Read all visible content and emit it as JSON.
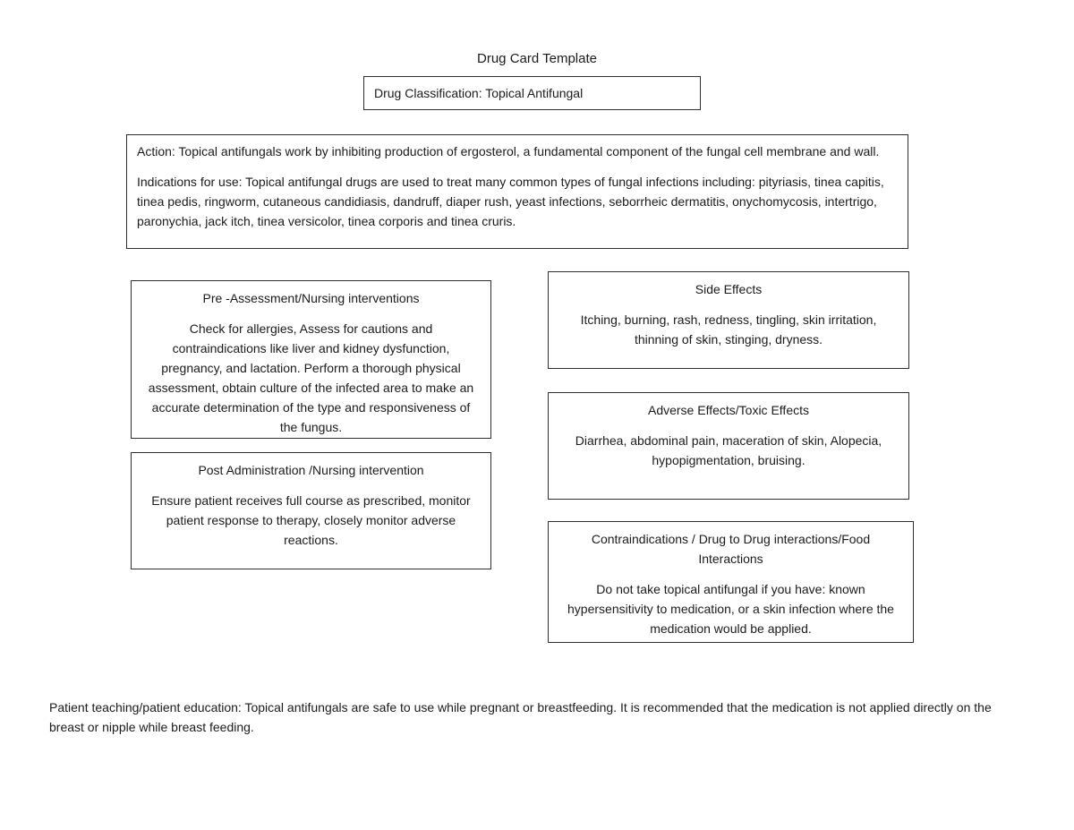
{
  "page": {
    "title": "Drug Card Template"
  },
  "classification": {
    "text": "Drug Classification: Topical Antifungal"
  },
  "action_box": {
    "paragraphs": [
      "Action: Topical antifungals work by inhibiting production of ergosterol, a fundamental component of the fungal cell membrane and wall.",
      "Indications for use: Topical antifungal drugs are used to treat many common types of fungal infections including: pityriasis, tinea capitis, tinea pedis, ringworm, cutaneous candidiasis, dandruff, diaper rush, yeast infections, seborrheic dermatitis, onychomycosis, intertrigo, paronychia, jack itch, tinea versicolor, tinea corporis and tinea cruris."
    ]
  },
  "left_column": [
    {
      "heading": "Pre -Assessment/Nursing interventions",
      "body": "Check for allergies, Assess for cautions and contraindications like liver and kidney dysfunction, pregnancy, and lactation. Perform a thorough physical assessment, obtain culture of the infected area to make an accurate determination of the type and responsiveness of the fungus."
    },
    {
      "heading": "Post Administration /Nursing intervention",
      "body": "Ensure patient receives full course as prescribed, monitor patient response to therapy, closely monitor adverse reactions."
    }
  ],
  "right_column": [
    {
      "heading": "Side Effects",
      "body": "Itching, burning, rash, redness, tingling, skin irritation, thinning of skin, stinging, dryness."
    },
    {
      "heading": "Adverse Effects/Toxic Effects",
      "body": "Diarrhea, abdominal pain, maceration of skin, Alopecia, hypopigmentation, bruising."
    },
    {
      "heading": "Contraindications / Drug to Drug interactions/Food Interactions",
      "body": "Do not take topical antifungal if you have: known hypersensitivity to medication, or a skin infection where the medication would be applied."
    }
  ],
  "footer": {
    "text": "Patient teaching/patient education: Topical antifungals are safe to use while pregnant or breastfeeding. It is recommended that the medication is not applied directly on the breast or nipple while breast feeding."
  },
  "colors": {
    "background": "#ffffff",
    "text": "#1b1b1b",
    "border": "#2f2f2f"
  }
}
